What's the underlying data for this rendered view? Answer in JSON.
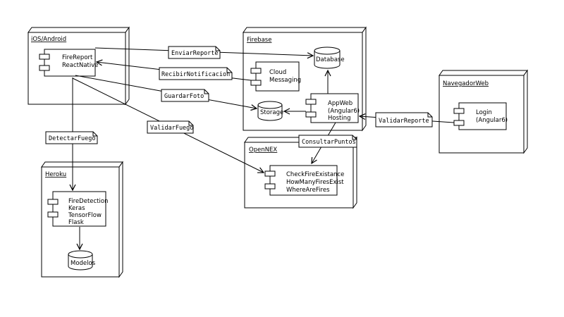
{
  "nodes": {
    "ios": "iOS/Android",
    "firebase": "Firebase",
    "navegador": "NavegadorWeb",
    "heroku": "Heroku",
    "opennex": "OpenNEX"
  },
  "components": {
    "firereport": [
      "FireReport",
      "ReactNative"
    ],
    "cloud": [
      "Cloud",
      "Messaging"
    ],
    "appweb": [
      "AppWeb",
      "(Angular6)",
      "Hosting"
    ],
    "login": [
      "Login",
      "(Angular6)"
    ],
    "firedetection": [
      "FireDetection",
      "Keras",
      "TensorFlow",
      "Flask"
    ],
    "checkfire": [
      "CheckFireExistance",
      "HowManyFiresExist",
      "WhereAreFires"
    ]
  },
  "databases": {
    "database": "Database",
    "storage": "Storage",
    "modelos": "Modelos"
  },
  "notes": {
    "enviar": "EnviarReporte",
    "recibir": "RecibirNotificacion",
    "guardar": "GuardarFoto",
    "validarfuego": "ValidarFuego",
    "detectar": "DetectarFuego",
    "consultar": "ConsultarPuntos",
    "validarreporte": "ValidarReporte"
  }
}
